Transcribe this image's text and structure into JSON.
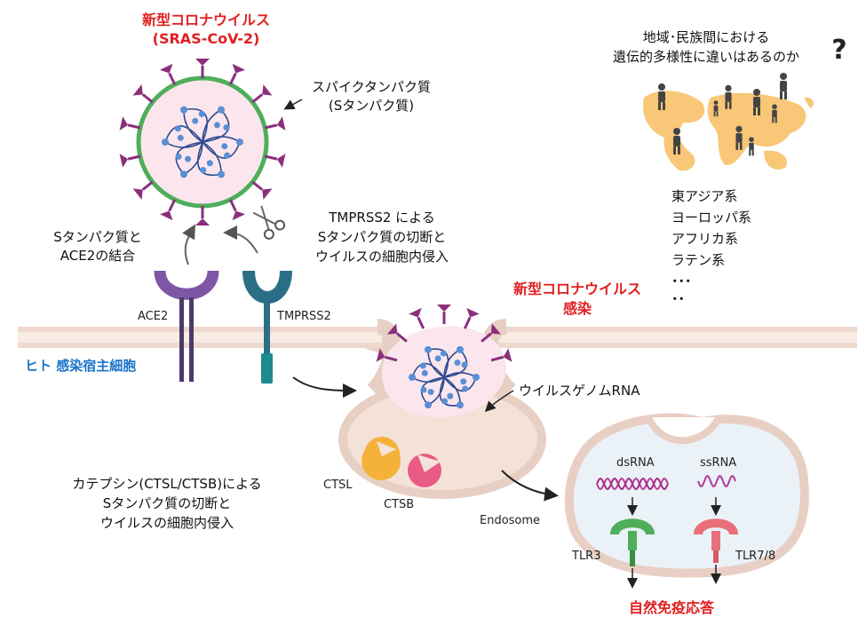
{
  "colors": {
    "membrane_outer": "#e8cfc4",
    "membrane_inner": "#f6e7df",
    "virus_fill": "#fbe6ee",
    "spike": "#8a2f7d",
    "rna": "#2b4a8e",
    "node": "#5a8fd6",
    "ace2": "#7f56a6",
    "tmprss2": "#2b6f87",
    "ctsl": "#f4b23a",
    "ctsb": "#e85c85",
    "tlr3": "#4fae5a",
    "tlr78": "#e8707a",
    "red": "#e02020",
    "blue": "#1a73c8",
    "map": "#f8c777"
  },
  "labels": {
    "virus_title_1": "新型コロナウイルス",
    "virus_title_2": "(SRAS-CoV-2)",
    "spike_1": "スパイクタンパク質",
    "spike_2": "(Sタンパク質)",
    "ace2_bind_1": "Sタンパク質と",
    "ace2_bind_2": "ACE2の結合",
    "tmprss2_1": "TMPRSS2 による",
    "tmprss2_2": "Sタンパク質の切断と",
    "tmprss2_3": "ウイルスの細胞内侵入",
    "ace2": "ACE2",
    "tmprss2": "TMPRSS2",
    "host_cell": "ヒト 感染宿主細胞",
    "infection_1": "新型コロナウイルス",
    "infection_2": "感染",
    "genome": "ウイルスゲノムRNA",
    "ctsl": "CTSL",
    "ctsb": "CTSB",
    "cathepsin_1": "カテプシン(CTSL/CTSB)による",
    "cathepsin_2": "Sタンパク質の切断と",
    "cathepsin_3": "ウイルスの細胞内侵入",
    "endosome": "Endosome",
    "dsrna": "dsRNA",
    "ssrna": "ssRNA",
    "tlr3": "TLR3",
    "tlr78": "TLR7/8",
    "innate": "自然免疫応答",
    "diversity_1": "地域･民族間における",
    "diversity_2": "遺伝的多様性に違いはあるのか",
    "question": "?",
    "pop_1": "東アジア系",
    "pop_2": "ヨーロッパ系",
    "pop_3": "アフリカ系",
    "pop_4": "ラテン系",
    "ellipsis_1": "･･･",
    "ellipsis_2": "･･"
  }
}
